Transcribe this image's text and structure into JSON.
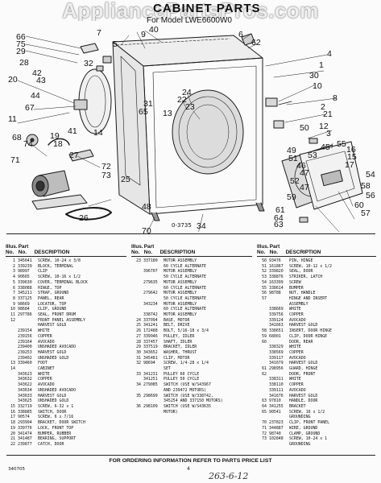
{
  "watermark": "AppliancePartsPros.com",
  "header": {
    "title": "CABINET PARTS",
    "model_line": "For Model LWE6600W0"
  },
  "figure_number": "0-3735",
  "callouts": {
    "c1": "7",
    "c2": "66",
    "c3": "75",
    "c4": "29",
    "c5": "32",
    "c6": "28",
    "c7": "71",
    "c8": "42",
    "c9": "43",
    "c10": "44",
    "c11": "20",
    "c12": "11",
    "c13": "67",
    "c14": "9",
    "c15": "40",
    "c16": "5",
    "c17": "6",
    "c18": "62",
    "c19": "4",
    "c20": "1",
    "c21": "30",
    "c22": "10",
    "c23": "8",
    "c24": "2",
    "c25": "21",
    "c26": "27",
    "c27": "68",
    "c28": "41",
    "c29": "12",
    "c30": "3",
    "c31": "74",
    "c32": "14",
    "c33": "72",
    "c34": "73",
    "c35": "25",
    "c36": "19",
    "c37": "18",
    "c38": "48",
    "c39": "65",
    "c40": "24",
    "c41": "22",
    "c42": "23",
    "c43": "13",
    "c44": "31",
    "c45": "26",
    "c46": "70",
    "c47": "50",
    "c48": "45",
    "c49": "55",
    "c50": "16",
    "c51": "15",
    "c52": "17",
    "c53": "49",
    "c54": "51",
    "c55": "46",
    "c56": "53",
    "c57": "47",
    "c58": "52",
    "c59": "59",
    "c60": "54",
    "c61": "58",
    "c62": "56",
    "c63": "60",
    "c64": "57",
    "c65": "61",
    "c66": "64",
    "c67": "63",
    "c68": "34",
    "c69": "47"
  },
  "table_headers": {
    "illus": "Illus.",
    "part": "Part",
    "no": "No.",
    "description": "DESCRIPTION"
  },
  "parts_columns": [
    [
      [
        "1",
        "345641",
        "SCREW, 10-24 x 3/8"
      ],
      [
        "2",
        "339239",
        "BLOCK, TERMINAL"
      ],
      [
        "3",
        "98997",
        "CLIP"
      ],
      [
        "4",
        "90665",
        "SCREW, 10-16 x 1/2"
      ],
      [
        "5",
        "339630",
        "COVER, TERMINAL BLOCK"
      ],
      [
        "6",
        "338088",
        "HINGE, TOP"
      ],
      [
        "7",
        "345211",
        "STRAP, GROUND"
      ],
      [
        "8",
        "337125",
        "PANEL, REAR"
      ],
      [
        "9",
        "98669",
        "LOCATOR, TOP"
      ],
      [
        "10",
        "98684",
        "CLIP, GROUND"
      ],
      [
        "11",
        "297786",
        "SEAL, FRONT DRUM"
      ],
      [
        "12",
        "",
        "FRONT PANEL ASSEMBLY"
      ],
      [
        "",
        "",
        "HARVEST GOLD"
      ],
      [
        "",
        "239154",
        "WHITE"
      ],
      [
        "",
        "239156",
        "COPPER"
      ],
      [
        "",
        "239164",
        "AVOCADO"
      ],
      [
        "",
        "239400",
        "UNSHADED AVOCADO"
      ],
      [
        "",
        "239253",
        "HARVEST GOLD"
      ],
      [
        "",
        "239402",
        "UNSHADED GOLD"
      ],
      [
        "13",
        "339460",
        "FOOT"
      ],
      [
        "14",
        "",
        "CABINET"
      ],
      [
        "",
        "343623",
        "WHITE"
      ],
      [
        "",
        "343632",
        "COPPER"
      ],
      [
        "",
        "343622",
        "AVOCADO"
      ],
      [
        "",
        "343634",
        "UNSHADED AVOCADO"
      ],
      [
        "",
        "343633",
        "HARVEST GOLD"
      ],
      [
        "",
        "343625",
        "UNSHADED GOLD"
      ],
      [
        "15",
        "332719",
        "SCREW, 6-32 x 1"
      ],
      [
        "16",
        "338885",
        "SWITCH, DOOR"
      ],
      [
        "17",
        "90574",
        "SCREW, 6 x 7/16"
      ],
      [
        "18",
        "293994",
        "BRACKET, DOOR SWITCH"
      ],
      [
        "19",
        "339776",
        "LOCK, FRONT TOP"
      ],
      [
        "20",
        "341474",
        "BUMPER, RUBBER"
      ],
      [
        "21",
        "341487",
        "BEARING, SUPPORT"
      ],
      [
        "22",
        "239877",
        "CATCH, DOOR"
      ]
    ],
    [
      [
        "23",
        "337180",
        "MOTOR ASSEMBLY"
      ],
      [
        "",
        "",
        "60 CYCLE ALTERNATE"
      ],
      [
        "",
        "396707",
        "MOTOR ASSEMBLY"
      ],
      [
        "",
        "",
        "50 CYCLE ALTERNATE"
      ],
      [
        "",
        "279635",
        "MOTOR ASSEMBLY"
      ],
      [
        "",
        "",
        "60 CYCLE ALTERNATE"
      ],
      [
        "",
        "279642",
        "MOTOR ASSEMBLY"
      ],
      [
        "",
        "",
        "50 CYCLE ALTERNATE"
      ],
      [
        "",
        "343234",
        "MOTOR ASSEMBLY"
      ],
      [
        "",
        "",
        "60 CYCLE ALTERNATE"
      ],
      [
        "",
        "338742",
        "MOTOR ASSEMBLY"
      ],
      [
        "",
        "",
        ""
      ],
      [
        "24",
        "337094",
        "BASE, MOTOR"
      ],
      [
        "25",
        "341241",
        "BELT, DRIVE"
      ],
      [
        "26",
        "172488",
        "BOLT, 5/16-18 x 3/4"
      ],
      [
        "27",
        "339946",
        "PULLEY, IDLER"
      ],
      [
        "28",
        "337457",
        "SHAFT, IDLER"
      ],
      [
        "29",
        "337519",
        "BRACKET, IDLER"
      ],
      [
        "30",
        "343652",
        "WASHER, THRUST"
      ],
      [
        "31",
        "345481",
        "CLIP, MOTOR"
      ],
      [
        "32",
        "98694",
        "SCREW, 1/4-28 x 1/4"
      ],
      [
        "",
        "",
        "SET"
      ],
      [
        "33",
        "341231",
        "PULLEY 60 CYCLE"
      ],
      [
        "",
        "341251",
        "PULLEY 50 CYCLE"
      ],
      [
        "34",
        "279085",
        "SWITCH (USE W/S43967"
      ],
      [
        "",
        "",
        "AND 239472 MOTORS)"
      ],
      [
        "35",
        "298699",
        "SWITCH (USE W/338742,"
      ],
      [
        "",
        "",
        "345254 AND 337150 MOTORS)"
      ],
      [
        "36",
        "298109",
        "SWITCH (USE W/S43635"
      ],
      [
        "",
        "",
        "MOTOR)"
      ]
    ],
    [
      [
        "50",
        "93476",
        "PIN, HINGE"
      ],
      [
        "51",
        "161867",
        "SCREW, 10-12 x 1/2"
      ],
      [
        "52",
        "339820",
        "SEAL, DOOR"
      ],
      [
        "53",
        "338876",
        "STRIKER, LATCH"
      ],
      [
        "54",
        "163399",
        "SCREW"
      ],
      [
        "55",
        "338614",
        "BUMPER"
      ],
      [
        "56",
        "98788",
        "NUT, HANDLE"
      ],
      [
        "57",
        "",
        "HINGE AND INSERT"
      ],
      [
        "",
        "",
        "ASSEMBLY"
      ],
      [
        "",
        "338669",
        "WHITE"
      ],
      [
        "",
        "339756",
        "COPPER"
      ],
      [
        "",
        "339124",
        "AVOCADO"
      ],
      [
        "",
        "341663",
        "HARVEST GOLD"
      ],
      [
        "58",
        "338651",
        "INSERT, DOOR HINGE"
      ],
      [
        "59",
        "68001",
        "CLIP, DOOR HINGE"
      ],
      [
        "60",
        "",
        "DOOR, REAR"
      ],
      [
        "",
        "338329",
        "WHITE"
      ],
      [
        "",
        "338569",
        "COPPER"
      ],
      [
        "",
        "339117",
        "AVOCADO"
      ],
      [
        "",
        "341679",
        "HARVEST GOLD"
      ],
      [
        "61",
        "298956",
        "GUARD, HINGE"
      ],
      [
        "62",
        "",
        "DOOR, FRONT"
      ],
      [
        "",
        "338311",
        "WHITE"
      ],
      [
        "",
        "338110",
        "COPPER"
      ],
      [
        "",
        "339111",
        "AVOCADO"
      ],
      [
        "",
        "341676",
        "HARVEST GOLD"
      ],
      [
        "63",
        "97810",
        "HANDLE, DOOR"
      ],
      [
        "64",
        "341255",
        "BRACKET"
      ],
      [
        "65",
        "90541",
        "SCREW, 10 x 1/2"
      ],
      [
        "",
        "",
        "GROUNDING"
      ],
      [
        "70",
        "237823",
        "CLIP, FRONT PANEL"
      ],
      [
        "71",
        "344887",
        "WIRE, GROUND"
      ],
      [
        "72",
        "98740",
        "CLAMP, GROUND"
      ],
      [
        "73",
        "102848",
        "SCREW, 10-24 x 1"
      ],
      [
        "",
        "",
        "GROUNDING"
      ]
    ]
  ],
  "footer": "FOR ORDERING INFORMATION REFER TO PARTS PRICE LIST",
  "doc_number": "340705",
  "page_number": "4",
  "handwritten_note": "263-6-12"
}
